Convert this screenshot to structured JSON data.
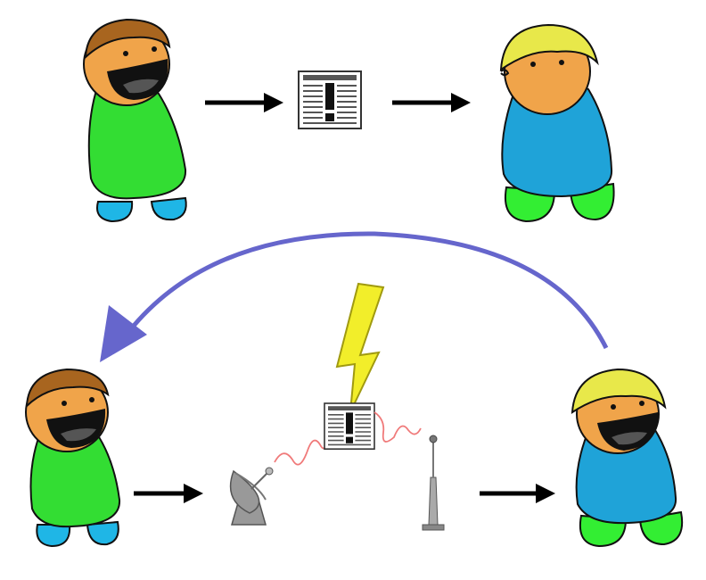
{
  "colors": {
    "background": "#ffffff",
    "skin": "#f0a44a",
    "brown_hair": "#a8651f",
    "blonde_hair": "#e8e84a",
    "green_shirt": "#33dd33",
    "blue_shirt": "#1fa3d8",
    "blue_pants": "#1fb6e6",
    "green_pants": "#33ee33",
    "mouth": "#111111",
    "arrow": "#000000",
    "feedback_arrow": "#6666cc",
    "lightning": "#f2ee2a",
    "signal_wave": "#f07a7a",
    "equipment_gray": "#999999"
  },
  "diagram": {
    "top_row": {
      "sender": {
        "icon": "brown-hair-boy-icon",
        "mood": "smiling"
      },
      "message": {
        "icon": "newspaper-exclamation-icon"
      },
      "receiver": {
        "icon": "blonde-hair-boy-icon",
        "mood": "neutral"
      }
    },
    "bottom_row": {
      "sender": {
        "icon": "brown-hair-boy-icon",
        "mood": "smiling"
      },
      "transmitter": {
        "icon": "satellite-dish-icon"
      },
      "message": {
        "icon": "newspaper-exclamation-icon"
      },
      "noise": {
        "icon": "lightning-bolt-icon"
      },
      "antenna": {
        "icon": "radio-antenna-icon"
      },
      "receiver": {
        "icon": "blonde-hair-boy-icon",
        "mood": "smiling"
      },
      "feedback": {
        "icon": "curved-feedback-arrow-icon"
      }
    }
  }
}
